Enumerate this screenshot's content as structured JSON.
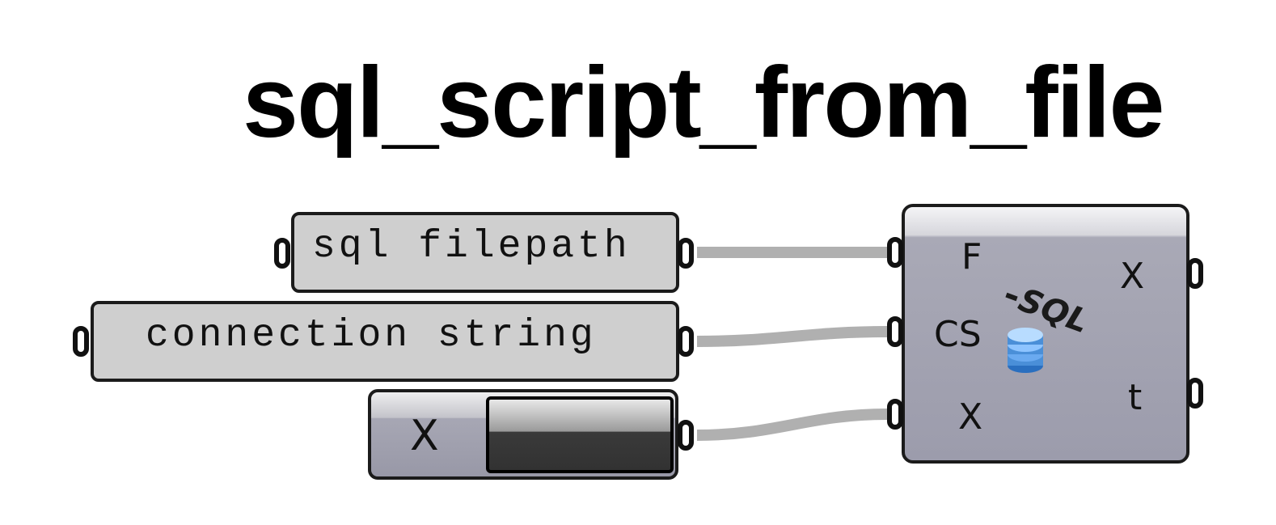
{
  "title": "sql_script_from_file",
  "panels": {
    "filepath": "sql filepath",
    "connection": "connection string"
  },
  "toggle": {
    "label": "X"
  },
  "component": {
    "inputs": [
      "F",
      "CS",
      "X"
    ],
    "outputs": [
      "X",
      "t"
    ],
    "icon_text": "SQL"
  },
  "colors": {
    "wire": "#b0b0b0",
    "panel_fill": "#cfcfcf",
    "component_fill": "#9c9cac",
    "outline": "#1b1b1b"
  }
}
